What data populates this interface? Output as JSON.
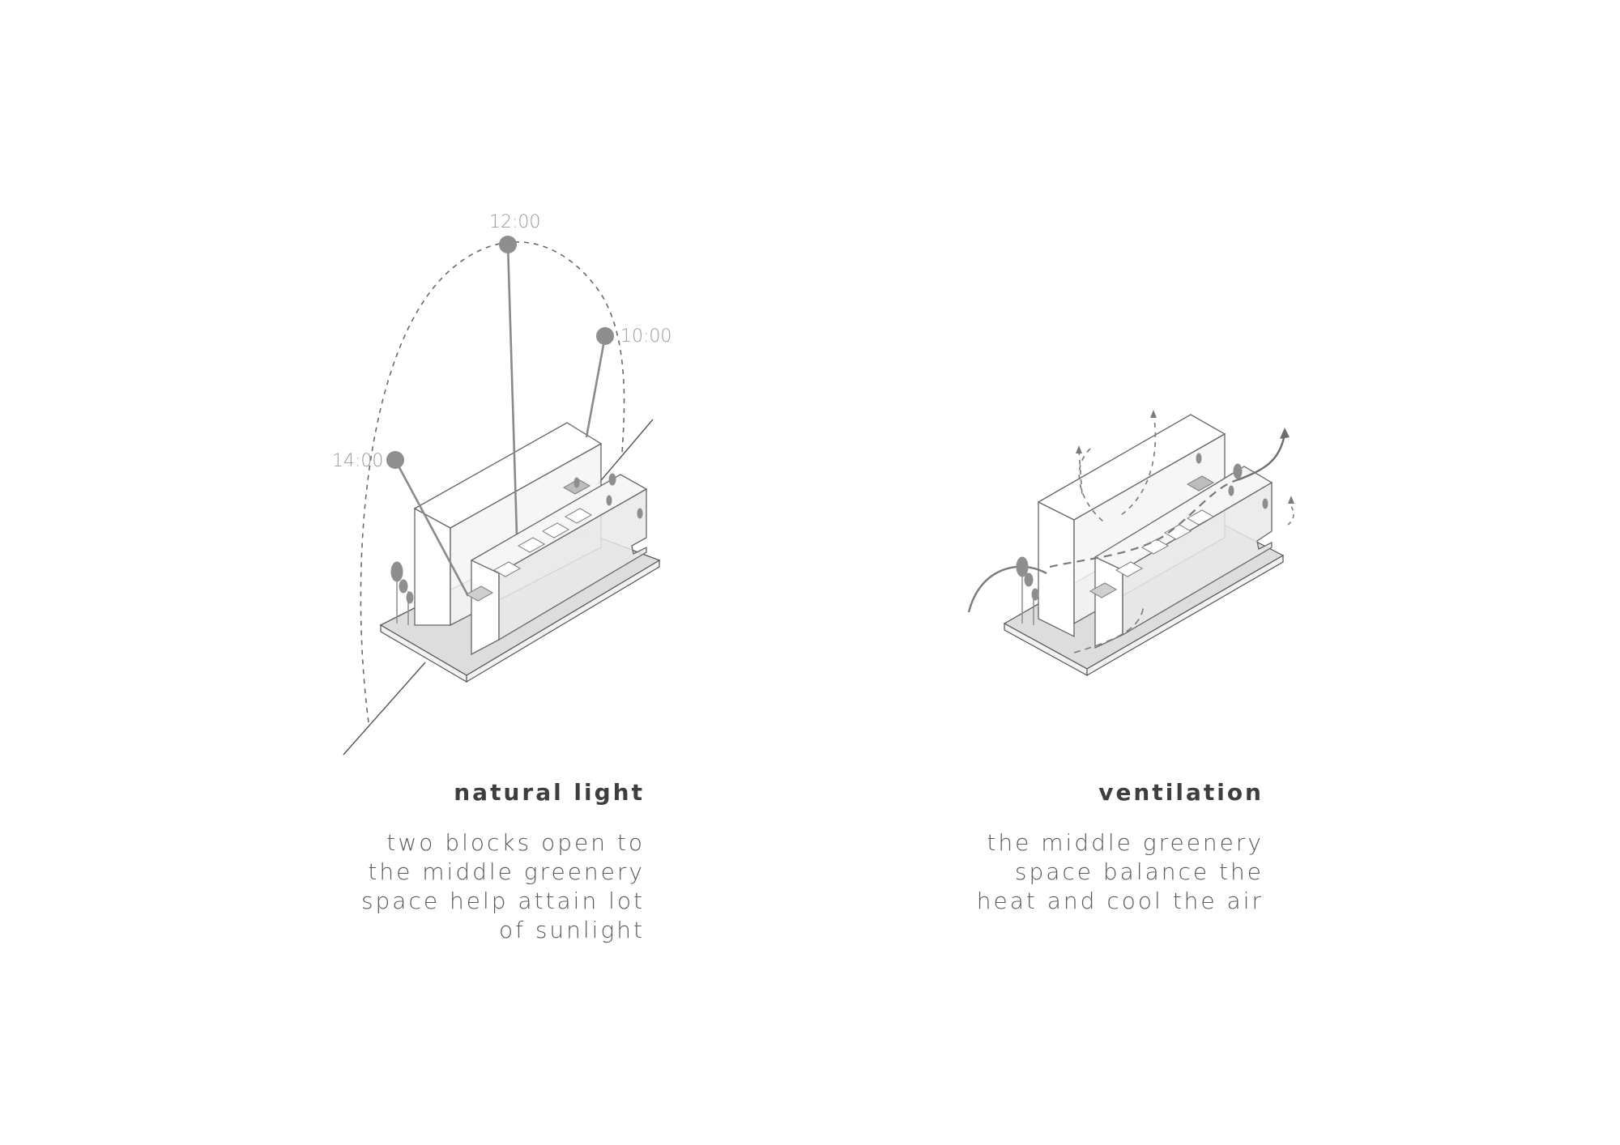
{
  "left_panel": {
    "sun_times": [
      "12:00",
      "10:00",
      "14:00"
    ],
    "title": "natural light",
    "description_lines": [
      "two blocks open to",
      "the middle greenery",
      "space help attain lot",
      "of sunlight"
    ]
  },
  "right_panel": {
    "title": "ventilation",
    "description_lines": [
      "the middle greenery",
      "space balance the",
      "heat and cool the air"
    ]
  },
  "colors": {
    "line": "#555555",
    "sun": "#8e8e8e",
    "ground": "#d9d9d9",
    "glass": "#eeeeee"
  }
}
